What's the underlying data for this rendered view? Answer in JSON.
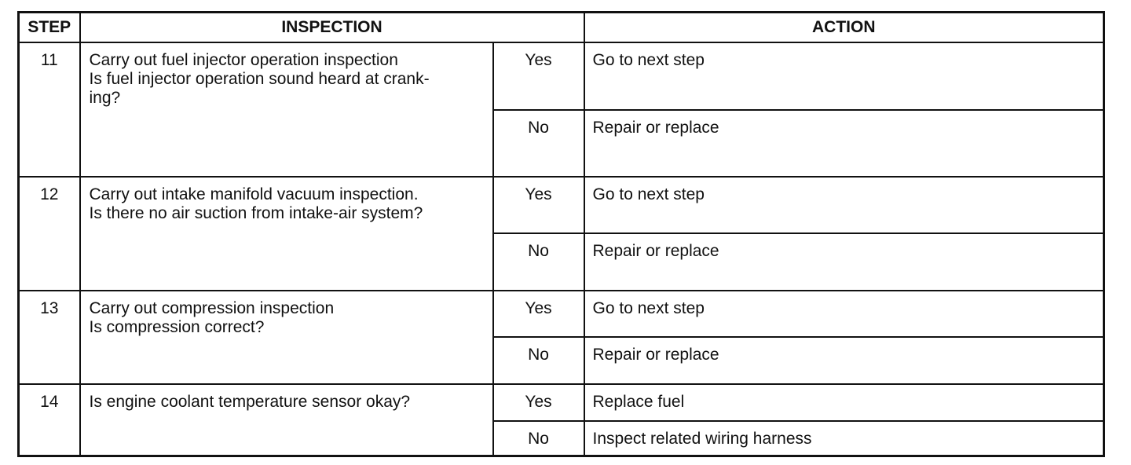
{
  "headers": {
    "step": "STEP",
    "inspection": "INSPECTION",
    "action": "ACTION"
  },
  "rows": [
    {
      "step": "11",
      "inspection_lines": [
        "Carry out fuel injector operation inspection",
        "Is fuel injector operation sound heard at crank-",
        "ing?"
      ],
      "yes": {
        "answer": "Yes",
        "action": "Go to next step"
      },
      "no": {
        "answer": "No",
        "action": "Repair or replace"
      }
    },
    {
      "step": "12",
      "inspection_lines": [
        "Carry out intake manifold vacuum inspection.",
        "Is there no air suction from intake-air system?"
      ],
      "yes": {
        "answer": "Yes",
        "action": "Go to next step"
      },
      "no": {
        "answer": "No",
        "action": "Repair or replace"
      }
    },
    {
      "step": "13",
      "inspection_lines": [
        "Carry out compression inspection",
        "Is compression correct?"
      ],
      "yes": {
        "answer": "Yes",
        "action": "Go to next step"
      },
      "no": {
        "answer": "No",
        "action": "Repair or replace"
      }
    },
    {
      "step": "14",
      "inspection_lines": [
        "Is engine coolant temperature sensor okay?"
      ],
      "yes": {
        "answer": "Yes",
        "action": "Replace fuel"
      },
      "no": {
        "answer": "No",
        "action": "Inspect related wiring harness"
      }
    }
  ]
}
